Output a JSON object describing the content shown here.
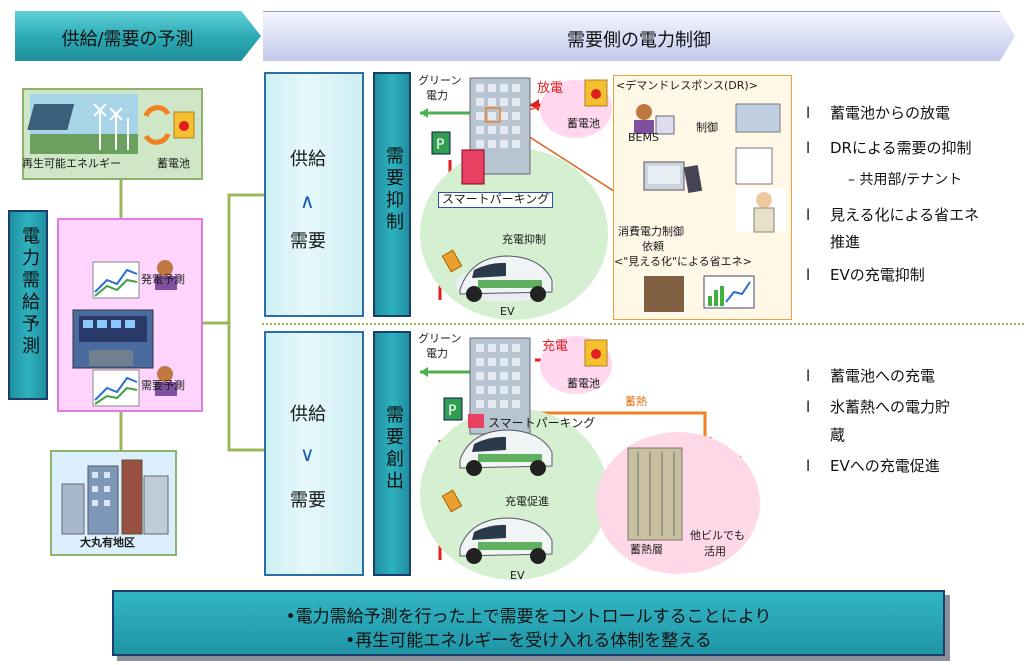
{
  "header": {
    "left_label": "供給/需要の予測",
    "right_label": "需要側の電力制御"
  },
  "left": {
    "renewable_label": "再生可能エネルギー",
    "battery_label": "蓄電池",
    "forecast_vertical": "電力需給予測",
    "gen_forecast": "発電予測",
    "demand_forecast": "需要予測",
    "district_label": "大丸有地区"
  },
  "upper": {
    "supply": "供給",
    "symbol": "∧",
    "demand": "需要",
    "control_vertical": "需要抑制",
    "green1": "グリーン",
    "green2": "電力",
    "discharge": "放電",
    "battery": "蓄電池",
    "smart_parking": "スマートパーキング",
    "charge_control": "充電抑制",
    "ev": "EV",
    "dr_title": "<デマンドレスポンス(DR)>",
    "bems": "BEMS",
    "control": "制御",
    "request1": "消費電力制御",
    "request2": "依頼",
    "visual_title": "<\"見える化\"による省エネ>"
  },
  "lower": {
    "supply": "供給",
    "symbol": "∨",
    "demand": "需要",
    "create_vertical": "需要創出",
    "green1": "グリーン",
    "green2": "電力",
    "charge": "充電",
    "battery": "蓄電池",
    "heat": "蓄熱",
    "smart_parking": "スマートパーキング",
    "charge_promote": "充電促進",
    "ev": "EV",
    "heat_layer": "蓄熱層",
    "other_bldg1": "他ビルでも",
    "other_bldg2": "活用"
  },
  "bullets_upper": [
    "蓄電池からの放電",
    "DRによる需要の抑制",
    "– 共用部/テナント",
    "見える化による省エネ",
    "推進",
    "EVの充電抑制"
  ],
  "bullets_lower": [
    "蓄電池への充電",
    "氷蓄熱への電力貯",
    "蔵",
    "EVへの充電促進"
  ],
  "bullet_marker": "l",
  "footer": {
    "line1": "•電力需給予測を行った上で需要をコントロールすることにより",
    "line2": "•再生可能エネルギーを受け入れる体制を整える"
  },
  "colors": {
    "teal": "#2aa8b3",
    "green_line": "#9ab85a",
    "pink": "#ffd5ff",
    "arrow_red": "#e02020",
    "arrow_orange": "#f08020"
  }
}
